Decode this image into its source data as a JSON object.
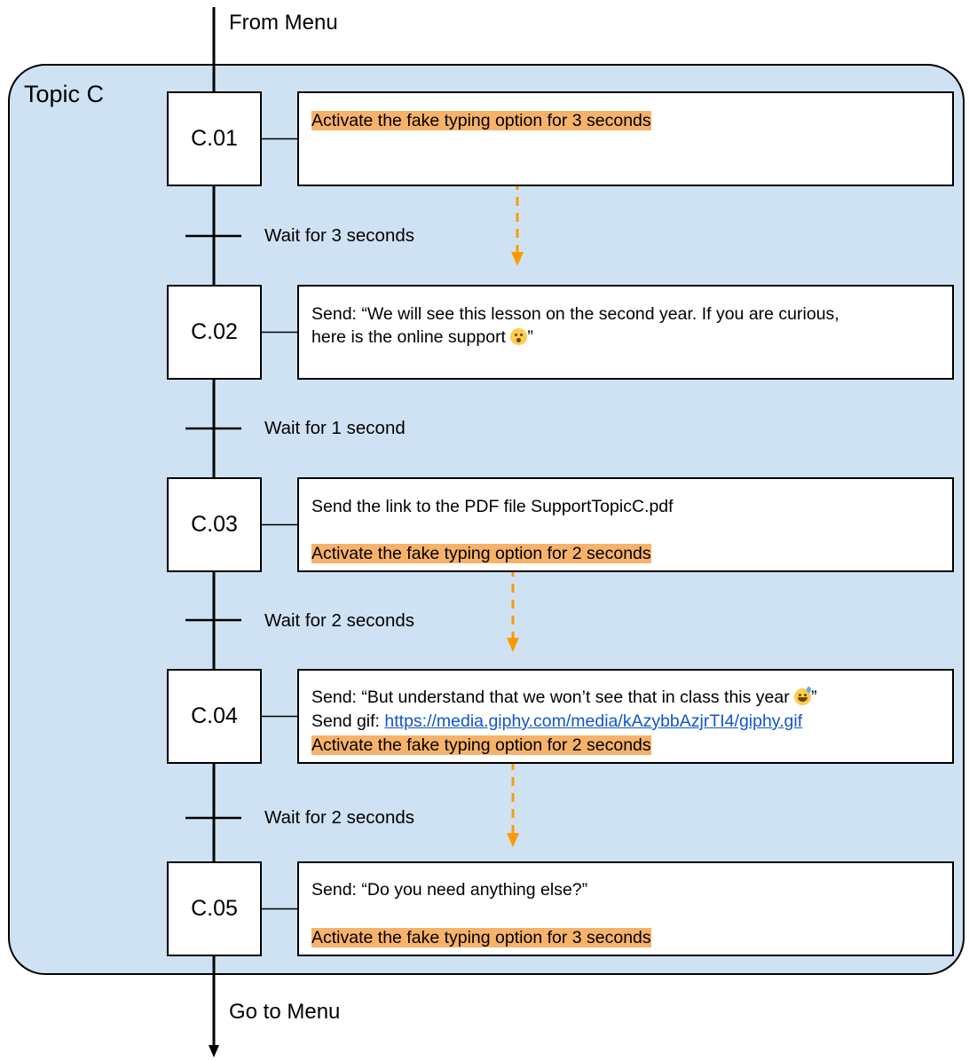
{
  "flow": {
    "entry_label": "From Menu",
    "exit_label": "Go to Menu"
  },
  "topic": {
    "label": "Topic C"
  },
  "steps": [
    {
      "id": "C.01",
      "lines": [
        {
          "text": "Activate the fake typing option for 3 seconds",
          "highlight": true
        }
      ]
    },
    {
      "id": "C.02",
      "lines": [
        {
          "text": "Send: “We will see this lesson on the second year. If you are curious,",
          "highlight": false
        },
        {
          "text": "here is the online support ",
          "emoji": "kissing-face-emoji",
          "suffix": "”",
          "highlight": false
        }
      ]
    },
    {
      "id": "C.03",
      "lines": [
        {
          "text": "Send the link to the PDF file SupportTopicC.pdf",
          "highlight": false
        },
        {
          "text": "Activate the fake typing option for 2 seconds",
          "highlight": true
        }
      ]
    },
    {
      "id": "C.04",
      "lines": [
        {
          "text": "Send: “But understand that we won’t see that in class this year ",
          "emoji": "grinning-sweat-emoji",
          "suffix": "”",
          "highlight": false
        },
        {
          "prefix": "Send gif: ",
          "link": "https://media.giphy.com/media/kAzybbAzjrTI4/giphy.gif",
          "highlight": false
        },
        {
          "text": "Activate the fake typing option for 2 seconds",
          "highlight": true
        }
      ]
    },
    {
      "id": "C.05",
      "lines": [
        {
          "text": "Send: “Do you need anything else?”",
          "highlight": false
        },
        {
          "text": "Activate the fake typing option for 3 seconds",
          "highlight": true
        }
      ]
    }
  ],
  "transitions": [
    {
      "label": "Wait for 3 seconds"
    },
    {
      "label": "Wait for 1 second"
    },
    {
      "label": "Wait for 2 seconds"
    },
    {
      "label": "Wait for 2 seconds"
    }
  ],
  "colors": {
    "container_fill": "#cfe2f3",
    "highlight": "#f6b26b",
    "dashed_arrow": "#ff9900",
    "link": "#1155cc",
    "line": "#000000"
  }
}
